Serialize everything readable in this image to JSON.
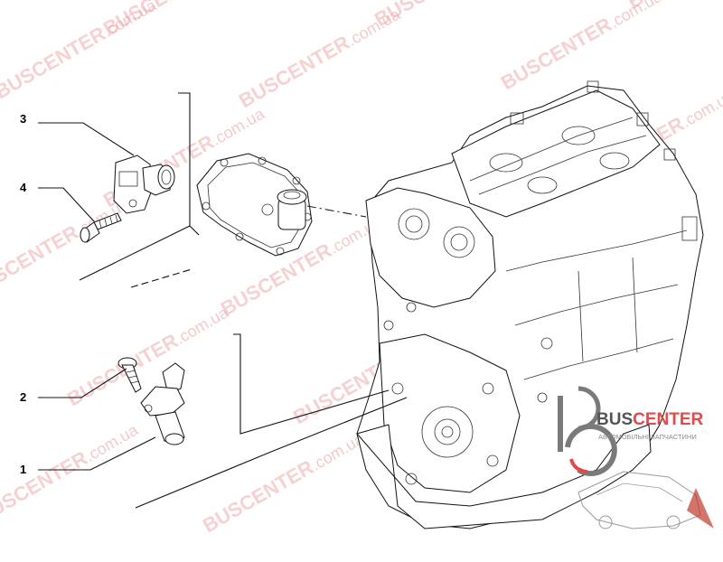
{
  "callouts": [
    {
      "id": "1",
      "label": "1"
    },
    {
      "id": "2",
      "label": "2"
    },
    {
      "id": "3",
      "label": "3"
    },
    {
      "id": "4",
      "label": "4"
    }
  ],
  "watermark": {
    "brand": "BUSCENTER",
    "domain": ".com.ua"
  },
  "logo": {
    "main_prefix": "BUS",
    "main_suffix": "CENTER",
    "tagline": "АВТОМОБІЛЬНІ ЗАПЧАСТИНИ",
    "accent_color": "#e24a4a",
    "ring_color": "#7a7a7a"
  }
}
